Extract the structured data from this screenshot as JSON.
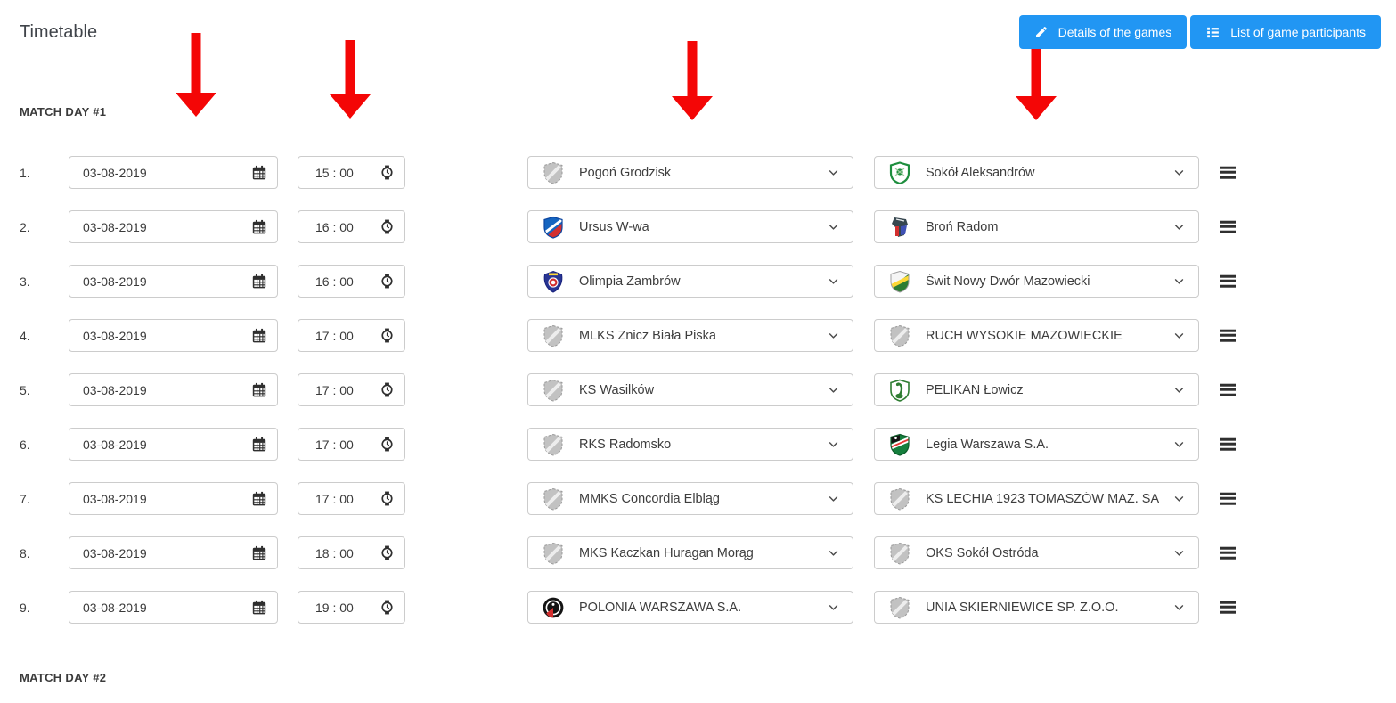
{
  "page": {
    "title": "Timetable"
  },
  "toolbar": {
    "details_button": "Details of the games",
    "participants_button": "List of game participants",
    "accent_color": "#2196f3"
  },
  "sections": [
    {
      "label": "MATCH DAY #1"
    },
    {
      "label": "MATCH DAY #2"
    }
  ],
  "annotations": {
    "arrow_color": "#f40606",
    "arrow_direction": "down",
    "arrows_point_to": [
      "date-column",
      "time-column",
      "home-team-column",
      "away-team-column"
    ]
  },
  "icons": {
    "pencil-icon": "edit-pencil",
    "list-icon": "bulleted-list",
    "calendar-icon": "calendar-grid",
    "clock-icon": "wrist-watch",
    "chevron-down-icon": "v",
    "drag-handle-icon": "three-bars"
  },
  "matches": [
    {
      "no": "1.",
      "date": "03-08-2019",
      "time": "15 : 00",
      "home": {
        "name": "Pogoń Grodzisk",
        "crest": "generic"
      },
      "away": {
        "name": "Sokół Aleksandrów",
        "crest": "sokol"
      }
    },
    {
      "no": "2.",
      "date": "03-08-2019",
      "time": "16 : 00",
      "home": {
        "name": "Ursus W-wa",
        "crest": "ursus"
      },
      "away": {
        "name": "Broń Radom",
        "crest": "bron"
      }
    },
    {
      "no": "3.",
      "date": "03-08-2019",
      "time": "16 : 00",
      "home": {
        "name": "Olimpia Zambrów",
        "crest": "olimpia"
      },
      "away": {
        "name": "Świt Nowy Dwór Mazowiecki",
        "crest": "swit"
      }
    },
    {
      "no": "4.",
      "date": "03-08-2019",
      "time": "17 : 00",
      "home": {
        "name": "MLKS Znicz Biała Piska",
        "crest": "generic"
      },
      "away": {
        "name": "RUCH WYSOKIE MAZOWIECKIE",
        "crest": "generic"
      }
    },
    {
      "no": "5.",
      "date": "03-08-2019",
      "time": "17 : 00",
      "home": {
        "name": "KS Wasilków",
        "crest": "generic"
      },
      "away": {
        "name": "PELIKAN Łowicz",
        "crest": "pelikan"
      }
    },
    {
      "no": "6.",
      "date": "03-08-2019",
      "time": "17 : 00",
      "home": {
        "name": "RKS Radomsko",
        "crest": "generic"
      },
      "away": {
        "name": "Legia Warszawa S.A.",
        "crest": "legia"
      }
    },
    {
      "no": "7.",
      "date": "03-08-2019",
      "time": "17 : 00",
      "home": {
        "name": "MMKS Concordia Elbląg",
        "crest": "generic"
      },
      "away": {
        "name": "KS LECHIA 1923 TOMASZÓW MAZ. SA",
        "crest": "generic"
      }
    },
    {
      "no": "8.",
      "date": "03-08-2019",
      "time": "18 : 00",
      "home": {
        "name": "MKS Kaczkan Huragan Morąg",
        "crest": "generic"
      },
      "away": {
        "name": "OKS Sokół Ostróda",
        "crest": "generic"
      }
    },
    {
      "no": "9.",
      "date": "03-08-2019",
      "time": "19 : 00",
      "home": {
        "name": "POLONIA WARSZAWA S.A.",
        "crest": "polonia"
      },
      "away": {
        "name": "UNIA SKIERNIEWICE SP. Z.O.O.",
        "crest": "generic"
      }
    }
  ]
}
